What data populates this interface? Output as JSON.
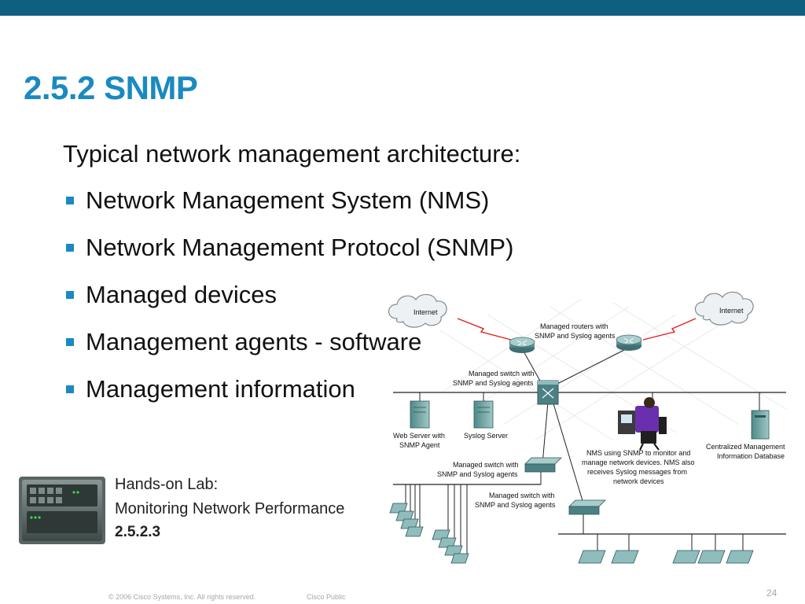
{
  "slide": {
    "title": "2.5.2 SNMP",
    "intro": "Typical network management architecture:",
    "bullets": [
      "Network Management System (NMS)",
      "Network Management Protocol (SNMP)",
      "Managed devices",
      "Management agents - software",
      "Management information"
    ]
  },
  "lab": {
    "title": "Hands-on Lab:",
    "name": "Monitoring Network Performance",
    "number": "2.5.2.3"
  },
  "diagram": {
    "internet_left": "Internet",
    "internet_right": "Internet",
    "routers_l1": "Managed routers with",
    "routers_l2": "SNMP and Syslog agents",
    "switch_top_l1": "Managed switch with",
    "switch_top_l2": "SNMP and Syslog agents",
    "web_server_l1": "Web Server with",
    "web_server_l2": "SNMP Agent",
    "syslog_server": "Syslog Server",
    "switch_mid_l1": "Managed switch with",
    "switch_mid_l2": "SNMP and Syslog agents",
    "switch_low_l1": "Managed switch with",
    "switch_low_l2": "SNMP and Syslog agents",
    "nms_l1": "NMS using SNMP to monitor and",
    "nms_l2": "manage network devices. NMS also",
    "nms_l3": "receives Syslog messages from",
    "nms_l4": "network devices",
    "db_l1": "Centralized Management",
    "db_l2": "Information Database"
  },
  "footer": {
    "copyright": "© 2006 Cisco Systems, Inc. All rights reserved.",
    "classification": "Cisco Public",
    "page": "24"
  },
  "colors": {
    "header_bar": "#0f5f83",
    "title": "#1a8ac0",
    "bullet": "#1a8ac0",
    "wan_link": "#e0201b"
  }
}
